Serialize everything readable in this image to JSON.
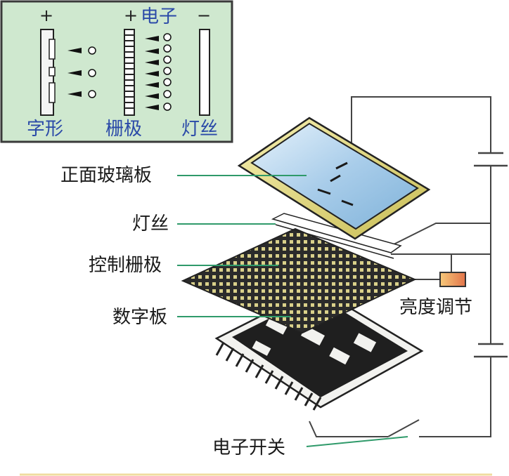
{
  "inset": {
    "plus_left": "+",
    "plus_mid": "+",
    "electron_label": "电子",
    "minus_right": "−",
    "label_segment": "字形",
    "label_grid": "栅极",
    "label_filament": "灯丝"
  },
  "labels": {
    "front_glass": "正面玻璃板",
    "filament": "灯丝",
    "control_grid": "控制栅极",
    "digit_board": "数字板",
    "brightness": "亮度调节",
    "switch": "电子开关"
  },
  "colors": {
    "inset_bg": "#cfe8cf",
    "inset_border": "#3a3a3a",
    "glass": "#a9cdea",
    "frame": "#e8df8a",
    "leader": "#2f9a6a",
    "bottom_rule": "#f0dca0"
  }
}
